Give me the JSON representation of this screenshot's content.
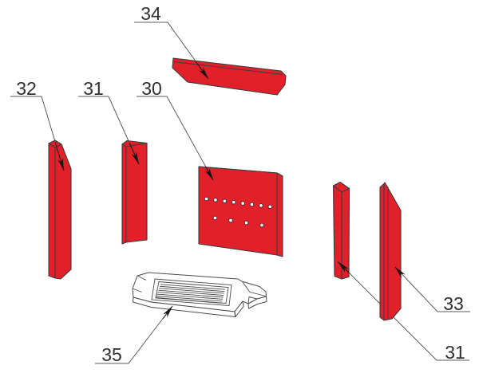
{
  "colors": {
    "background": "#ffffff",
    "part_fill": "#e2202a",
    "part_stroke": "#3c3c3e",
    "leader": "#5a5b5e",
    "label": "#2f2f31",
    "arrow": "#161616",
    "grate_stroke": "#4b4b4e",
    "grate_fill": "#ffffff",
    "hole_fill": "#ffffff",
    "hole_stroke": "#303032"
  },
  "callouts": [
    {
      "text": "34",
      "target": "baffle-plate"
    },
    {
      "text": "32",
      "target": "side-brick-left-outer"
    },
    {
      "text": "31",
      "target": "side-brick-left-inner"
    },
    {
      "text": "30",
      "target": "back-panel-perforated"
    },
    {
      "text": "33",
      "target": "side-brick-right-outer"
    },
    {
      "text": "31",
      "target": "side-brick-right-inner"
    },
    {
      "text": "35",
      "target": "bottom-grate"
    }
  ],
  "back_panel": {
    "hole_count_top_row": 8,
    "hole_count_bottom_row": 4
  },
  "bottom_grate": {
    "slot_count": 8
  }
}
